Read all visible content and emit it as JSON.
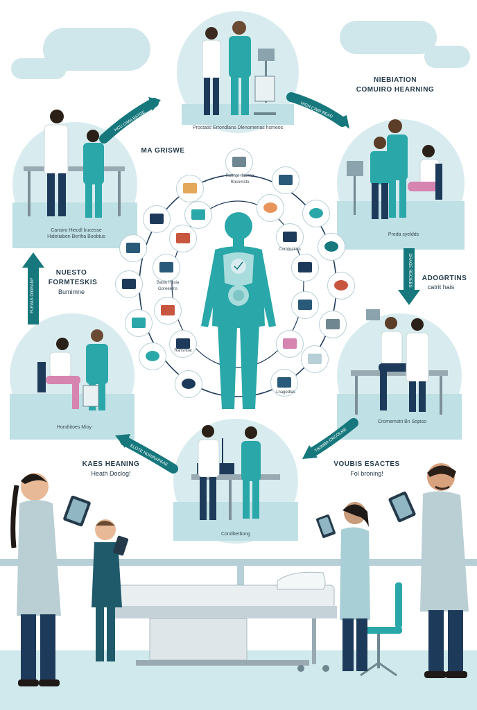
{
  "labels": {
    "top_right_heading": "NIEBIATION",
    "top_right_heading2": "COMUIRO HEARNING",
    "center_top": "MA GRISWE",
    "left_heading": "NUESTO",
    "left_heading2": "FORMTESKIS",
    "left_sub": "Bumimne",
    "right_heading": "ADOGRTINS",
    "right_sub": "catrit hais",
    "bottom_left_heading": "KAES HEANING",
    "bottom_left_sub": "Heath Doclog!",
    "bottom_right_heading": "VOUBIS ESACTES",
    "bottom_right_sub": "Fol broning!"
  },
  "arrows": {
    "top_left": "HCU CIMA BATGE",
    "top_right": "HIGH CIMR BEAD",
    "right": "DRAGE RECIEBS",
    "left": "FLEVAS OIGEANY",
    "bottom_left": "ELOTE NUNIRAPEAE",
    "bottom_right": "TIKIMBA CRCOLME"
  },
  "captions": {
    "top": "Proctatis Ertondlans Dlenomenas hsmeos",
    "upper_left": "Cansiro Hiecdl bucesse Hidetiaben Bertha Boobtus",
    "upper_right": "Preda syeldds",
    "lower_left": "Hondtitoes Mioy",
    "lower_right": "Cromemstri Bn Sopiso",
    "bottom": "Conditerbong"
  },
  "node_captions": {
    "n1": "Ronnpt rfaintaa Rocomsto",
    "n2": "Baoio Hasia Goreeems",
    "n3": "Combrakiss",
    "n4": "Rahsrtilat",
    "n5": "Lnagedlas"
  },
  "icons": [
    "stethoscope-icon",
    "monitor-icon",
    "tablet-icon",
    "heart-icon",
    "brain-icon",
    "dna-icon",
    "pill-icon",
    "microscope-icon",
    "chart-icon",
    "syringe-icon",
    "xray-icon",
    "clipboard-icon"
  ],
  "colors": {
    "teal": "#2aa7a8",
    "dark_teal": "#16787c",
    "navy": "#1e3a5a",
    "disc": "#d8ecef",
    "floor": "#cfe9ec"
  }
}
